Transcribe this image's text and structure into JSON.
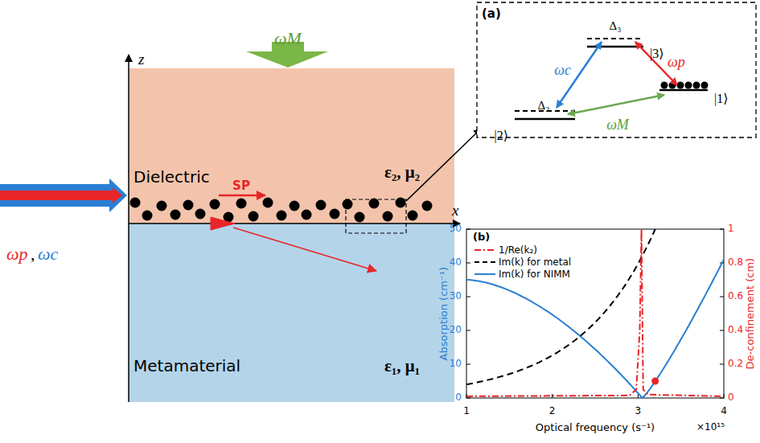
{
  "diagram": {
    "nodes": [
      {
        "text": [
          "Dielectric",
          "ε₂, μ₂"
        ]
      },
      {
        "text": [
          "Metamaterial",
          "ε₁, μ₁"
        ]
      },
      {
        "text": [
          "(a)"
        ]
      },
      {
        "text": [
          "(b)"
        ]
      }
    ],
    "labels": [
      "z",
      "x",
      "ωM",
      "SP",
      "ωp",
      ",",
      "ωc",
      "Δ₃",
      "|3⟩",
      "ωc",
      "ωp",
      "Δ₂",
      "|2⟩",
      "|1⟩",
      "ωM",
      "Absorption (cm⁻¹)",
      "De-confinement (cm)",
      "Optical frequency (s⁻¹)",
      "×10¹⁵",
      "0",
      "10",
      "20",
      "30",
      "40",
      "50",
      "0",
      "0.2",
      "0.4",
      "0.6",
      "0.8",
      "1",
      "1",
      "2",
      "3",
      "4"
    ],
    "legend": [
      {
        "text": "1/Re(k₂)"
      },
      {
        "text": "Im(k) for metal"
      },
      {
        "text": "Im(k) for NIMM"
      }
    ]
  }
}
